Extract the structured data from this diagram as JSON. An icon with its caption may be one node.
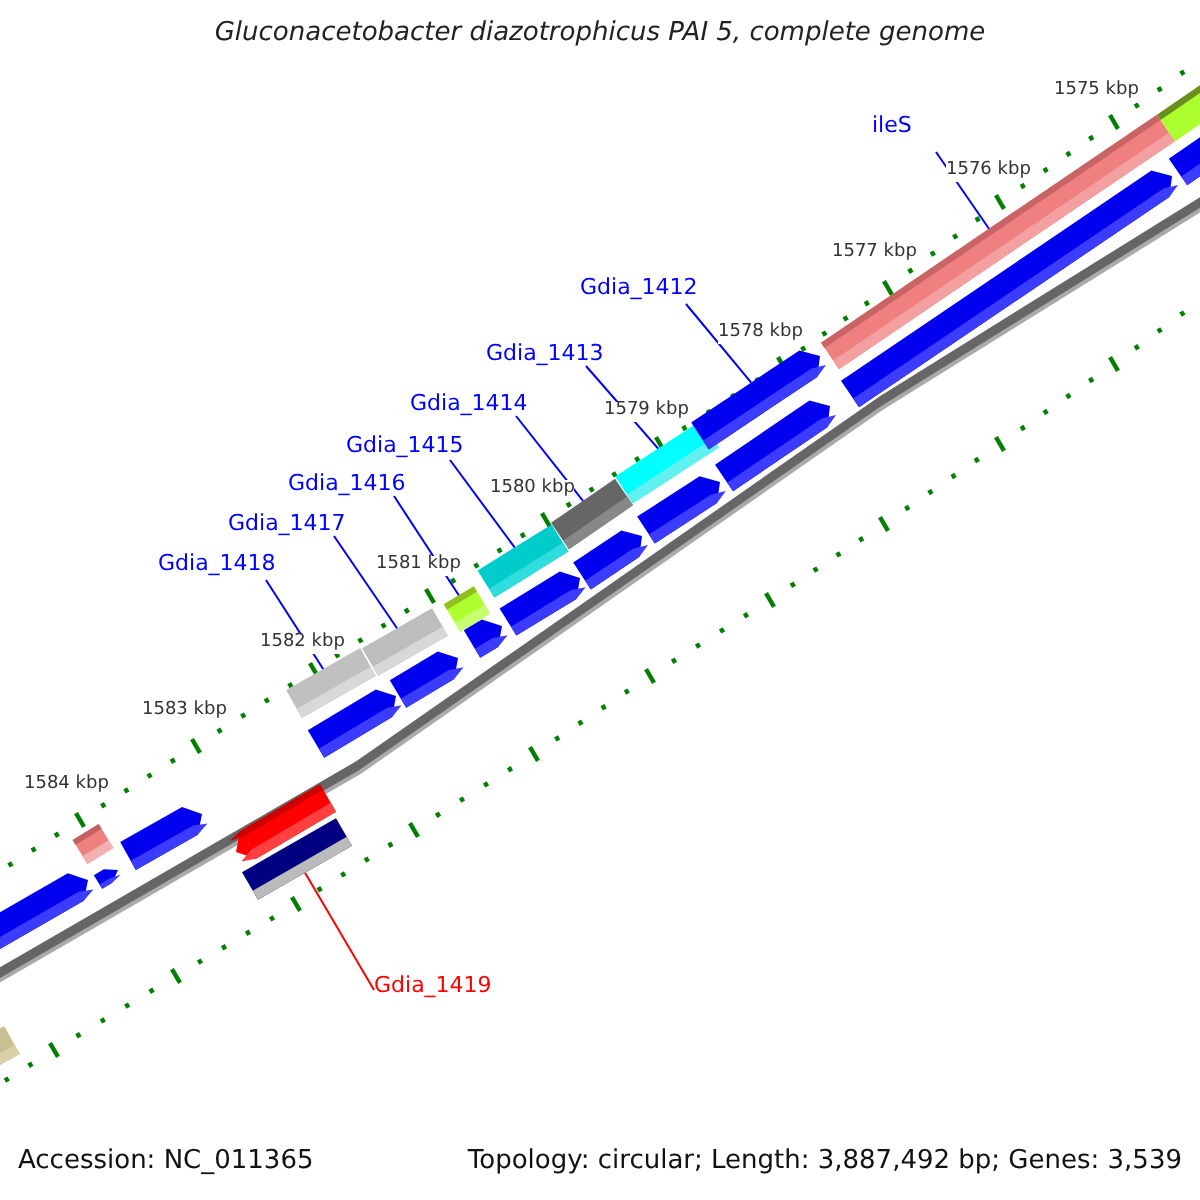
{
  "diagram": {
    "title": "Gluconacetobacter diazotrophicus PAI 5, complete genome",
    "nodes": [
      {
        "text": [
          "ileS"
        ]
      },
      {
        "text": [
          "Gdia_1412"
        ]
      },
      {
        "text": [
          "Gdia_1413"
        ]
      },
      {
        "text": [
          "Gdia_1414"
        ]
      },
      {
        "text": [
          "Gdia_1415"
        ]
      },
      {
        "text": [
          "Gdia_1416"
        ]
      },
      {
        "text": [
          "Gdia_1417"
        ]
      },
      {
        "text": [
          "Gdia_1418"
        ]
      },
      {
        "text": [
          "Gdia_1419"
        ]
      },
      {
        "text": [],
        "shape": "bar"
      },
      {
        "text": [],
        "shape": "bar"
      },
      {
        "text": [],
        "shape": "bar"
      },
      {
        "text": [],
        "shape": "bar"
      },
      {
        "text": [],
        "shape": "bar"
      },
      {
        "text": [],
        "shape": "bar"
      },
      {
        "text": [],
        "shape": "bar"
      },
      {
        "text": [],
        "shape": "bar"
      },
      {
        "text": [],
        "shape": "bar"
      },
      {
        "text": [],
        "shape": "bar"
      },
      {
        "text": [],
        "shape": "bar"
      },
      {
        "text": [],
        "shape": "bar"
      },
      {
        "text": [],
        "shape": "bar"
      },
      {
        "text": [],
        "shape": "bar"
      },
      {
        "text": [],
        "shape": "bar"
      },
      {
        "text": [],
        "shape": "bar"
      },
      {
        "text": [],
        "shape": "bar"
      },
      {
        "text": [],
        "shape": "bar"
      },
      {
        "text": [],
        "shape": "bar"
      },
      {
        "text": [],
        "shape": "bar"
      },
      {
        "text": [],
        "shape": "bar"
      },
      {
        "text": [],
        "shape": "bar"
      },
      {
        "text": [],
        "shape": "bar"
      },
      {
        "text": [],
        "shape": "bar"
      },
      {
        "text": [],
        "shape": "bar"
      }
    ],
    "edges": [
      {
        "from": 0,
        "to": 30,
        "arrow": "none"
      },
      {
        "from": 1,
        "to": 28,
        "arrow": "none"
      },
      {
        "from": 2,
        "to": 26,
        "arrow": "none"
      },
      {
        "from": 3,
        "to": 24,
        "arrow": "none"
      },
      {
        "from": 4,
        "to": 22,
        "arrow": "none"
      },
      {
        "from": 5,
        "to": 20,
        "arrow": "none"
      },
      {
        "from": 6,
        "to": 18,
        "arrow": "none"
      },
      {
        "from": 7,
        "to": 16,
        "arrow": "none"
      },
      {
        "from": 8,
        "to": 15,
        "arrow": "none",
        "color": "#ff0000"
      }
    ],
    "labels": [
      "1575 kbp",
      "1576 kbp",
      "1577 kbp",
      "1578 kbp",
      "1579 kbp",
      "1580 kbp",
      "1581 kbp",
      "1582 kbp",
      "1583 kbp",
      "1584 kbp",
      "Accession: NC_011365",
      "Topology: circular; Length: 3,887,492 bp; Genes: 3,539"
    ]
  }
}
